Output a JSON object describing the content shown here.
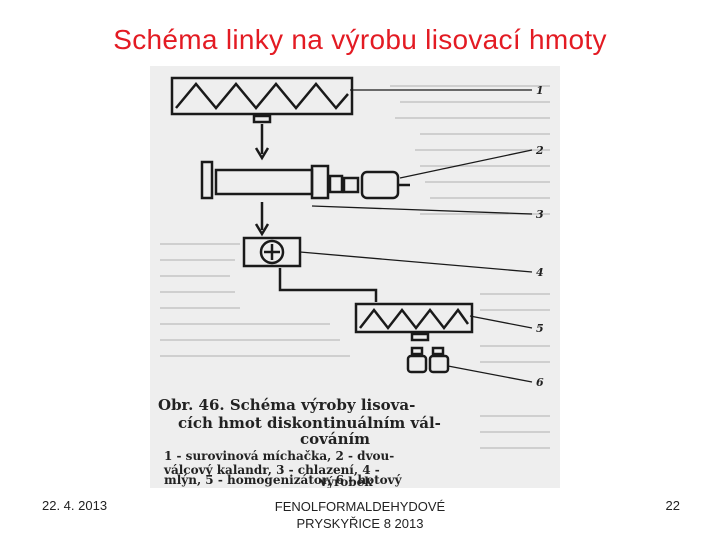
{
  "slide": {
    "title": "Schéma linky na výrobu lisovací hmoty",
    "footer_date": "22. 4. 2013",
    "footer_center_line1": "FENOLFORMALDEHYDOVÉ",
    "footer_center_line2": "PRYSKYŘICE 8 2013",
    "page_number": "22"
  },
  "figure": {
    "callout_numbers": [
      "1",
      "2",
      "3",
      "4",
      "5",
      "6"
    ],
    "caption_title_line1": "Obr. 46. Schéma výroby lisova-",
    "caption_title_line2": "cích hmot diskontinuálním vál-",
    "caption_title_line3": "cováním",
    "legend_line1": "1 - surovinová míchačka, 2 - dvou-",
    "legend_line2": "válcový kalandr, 3 - chlazení, 4 -",
    "legend_line3": "mlýn, 5 - homogenizátor, 6 - hotový",
    "legend_line4": "výrobek"
  },
  "colors": {
    "title": "#e31b23",
    "scan_background": "#eeeeee",
    "ink": "#1a1a1a"
  }
}
